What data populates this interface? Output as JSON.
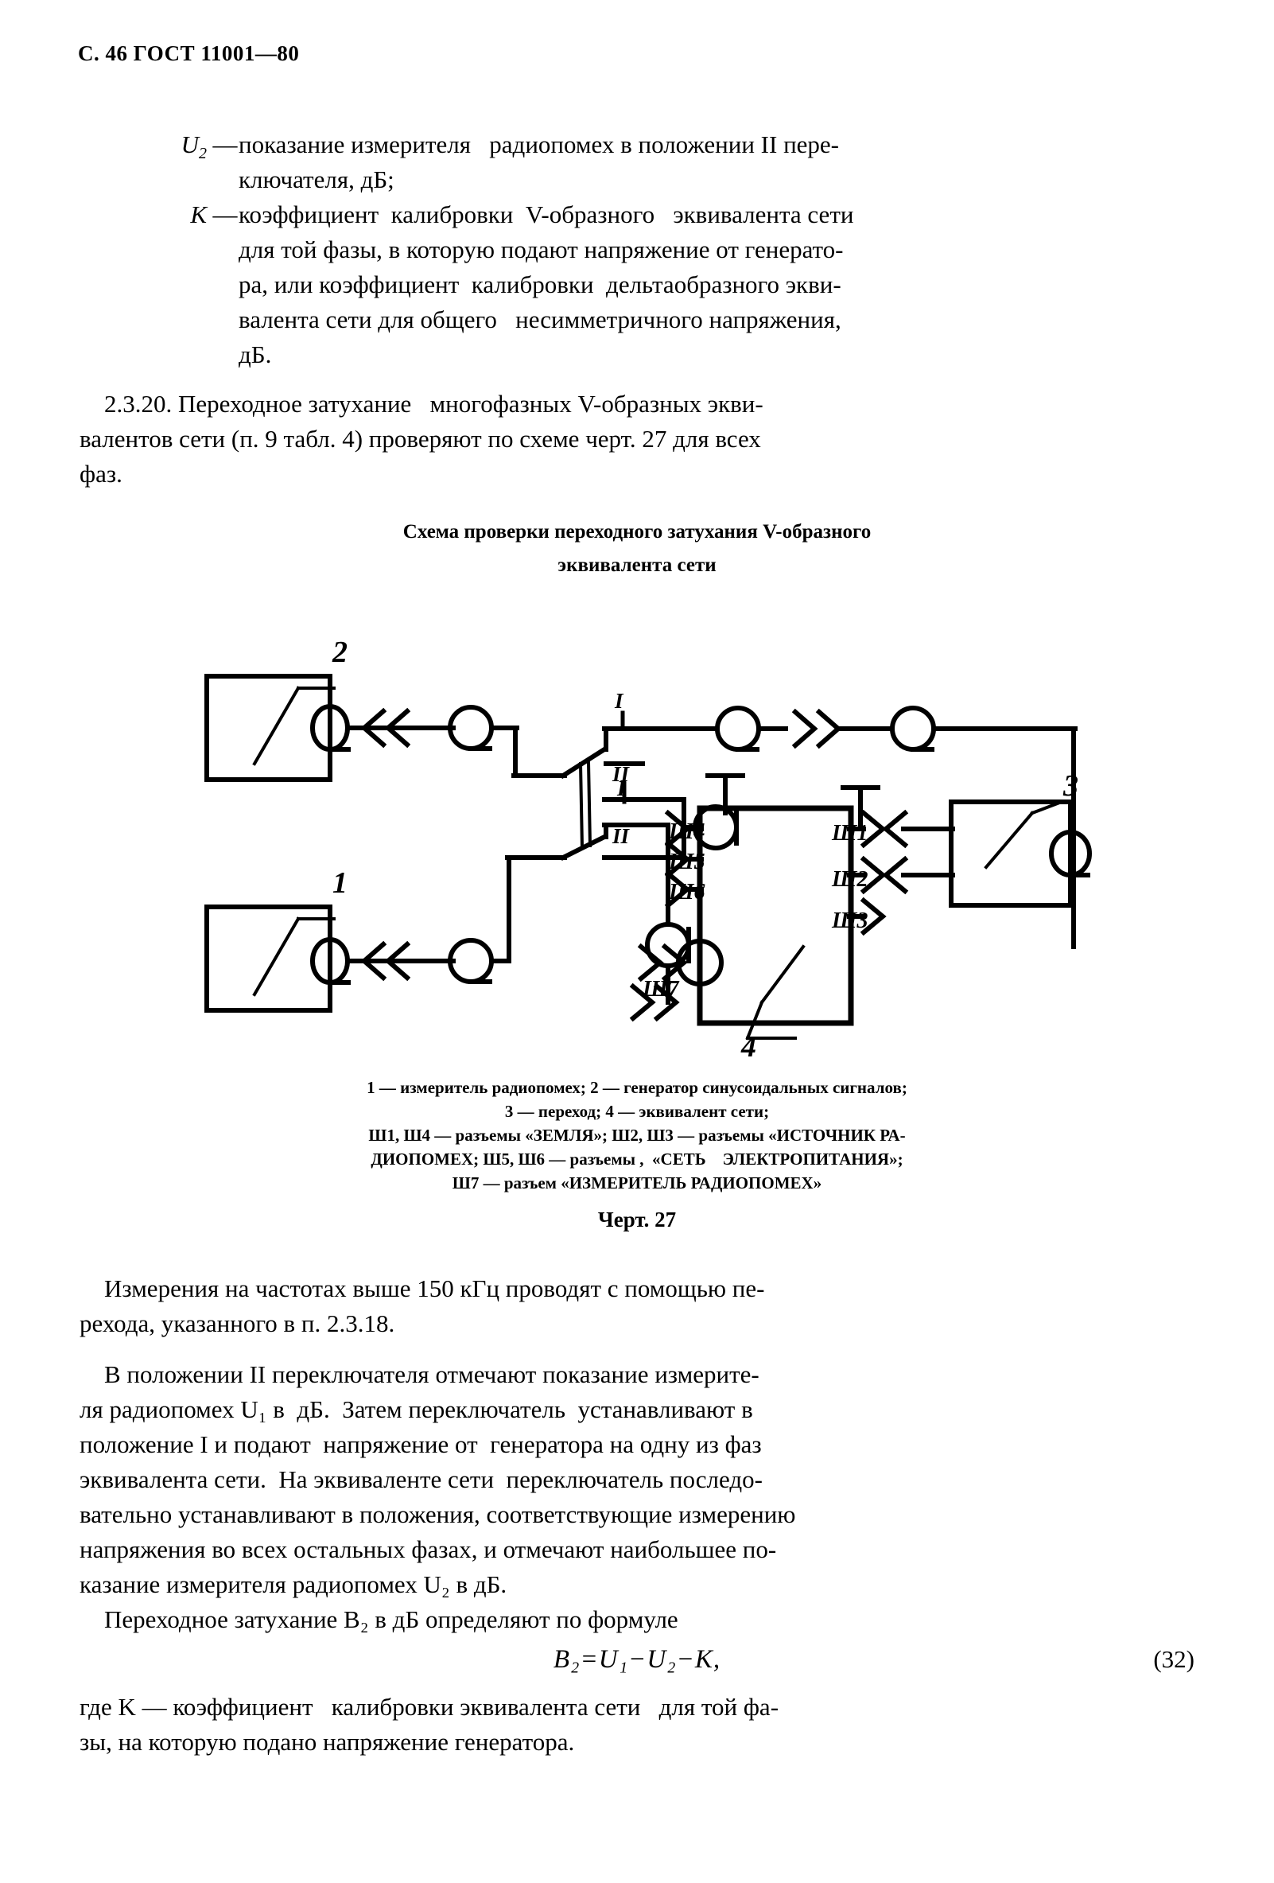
{
  "page": {
    "running_head": "С. 46 ГОСТ 11001—80",
    "page_label": "С. 46",
    "standard": "ГОСТ 11001—80"
  },
  "definitions": [
    {
      "symbol": "U",
      "symbol_sub": "2",
      "dash": "—",
      "lines": [
        "показание измерителя   радиопомех в положении II пере-",
        "ключателя, дБ;"
      ]
    },
    {
      "symbol": "K",
      "symbol_sub": "",
      "dash": "—",
      "lines": [
        "коэффициент  калибровки  V-образного   эквивалента сети",
        "для той фазы, в которую подают напряжение от генерато-",
        "ра, или коэффициент  калибровки  дельтаобразного экви-",
        "валента сети для общего   несимметричного напряжения,",
        "дБ."
      ]
    }
  ],
  "paragraph_2_3_20": {
    "lines": [
      "    2.3.20. Переходное затухание   многофазных V-образных экви-",
      "валентов сети (п. 9 табл. 4) проверяют по схеме черт. 27 для всех",
      "фаз."
    ]
  },
  "figure": {
    "title_lines": [
      "Схема проверки переходного затухания V-образного",
      "эквивалента сети"
    ],
    "caption_lines": [
      "1 — измеритель радиопомех; 2 — генератор синусоидальных сигналов;",
      "3 — переход; 4 — эквивалент сети;",
      "Ш1, Ш4 — разъемы «ЗЕМЛЯ»; Ш2, Ш3 — разъемы «ИСТОЧНИК РА-",
      "ДИОПОМЕХ; Ш5, Ш6 — разъемы ,  «СЕТЬ    ЭЛЕКТРОПИТАНИЯ»;",
      "Ш7 — разъем «ИЗМЕРИТЕЛЬ РАДИОПОМЕХ»"
    ],
    "number": "Черт. 27",
    "block_labels": {
      "generator": "2",
      "meter": "1",
      "transition": "3",
      "network_equivalent": "4"
    },
    "switch_positions": [
      "I",
      "II",
      "I",
      "II"
    ],
    "connector_labels": [
      "Ш4",
      "Ш5",
      "Ш6",
      "Ш1",
      "Ш2",
      "Ш3",
      "Ш7"
    ]
  },
  "paragraph_measurements": {
    "lines": [
      "    Измерения на частотах выше 150 кГц проводят с помощью пе-",
      "рехода, указанного в п. 2.3.18."
    ]
  },
  "paragraph_procedure": {
    "lines": [
      "    В положении II переключателя отмечают показание измерите-",
      "ля радиопомех U₁ в  дБ.  Затем переключатель  устанавливают в",
      "положение I и подают  напряжение от  генератора на одну из фаз",
      "эквивалента сети.  На эквиваленте сети  переключатель последо-",
      "вательно устанавливают в положения, соответствующие измерению",
      "напряжения во всех остальных фазах, и отмечают наибольшее по-",
      "казание измерителя радиопомех U₂ в дБ."
    ]
  },
  "paragraph_formula_intro": {
    "lines": [
      "    Переходное затухание B₂ в дБ определяют по формуле"
    ]
  },
  "formula": {
    "expression": "B₂=U₁−U₂−K,",
    "number": "(32)"
  },
  "paragraph_where": {
    "lines": [
      "где K — коэффициент   калибровки эквивалента сети   для той фа-",
      "зы, на которую подано напряжение генератора."
    ]
  },
  "colors": {
    "ink": "#000000",
    "paper": "#ffffff"
  }
}
